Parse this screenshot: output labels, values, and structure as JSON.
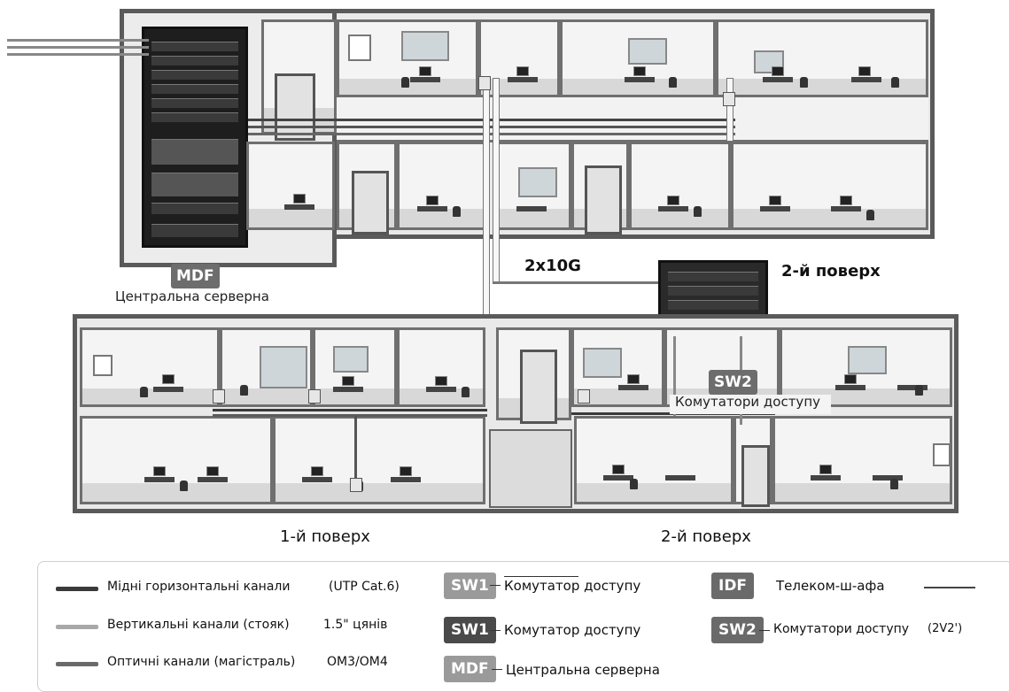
{
  "diagram": {
    "mdf_badge": "MDF",
    "mdf_caption": "Центральна серверна",
    "uplink_label": "2x10G",
    "idf_floor_label": "2-й поверх",
    "sw2_badge": "SW2",
    "sw2_caption": "Комутатори доступу",
    "floor1_label": "1-й поверх",
    "floor2_label": "2-й поверх"
  },
  "legend": {
    "items": [
      {
        "text": "Мідні горизонтальні канали",
        "note": "(UTP Cat.6)"
      },
      {
        "text": "Вертикальні канали (стояк)",
        "note": "1.5\" цянів"
      },
      {
        "text": "Оптичні канали (магістраль)",
        "note": "OM3/OM4"
      }
    ],
    "badges": [
      {
        "badge": "SW1",
        "text": "Комутатор доступу"
      },
      {
        "badge": "SW1",
        "text": "Комутатор доступу"
      },
      {
        "badge": "MDF",
        "text": "Центральна серверна"
      },
      {
        "badge": "IDF",
        "text": "Телеком-ш-афа"
      },
      {
        "badge": "SW2",
        "text": "Комутатори доступу",
        "note": "(2V2')"
      }
    ]
  },
  "colors": {
    "copper": "#3a3a3a",
    "vertical": "#9a9a9a",
    "optical": "#6a6a6a",
    "badge_light": "#8f8f8f",
    "badge_dark": "#4a4a4a"
  }
}
